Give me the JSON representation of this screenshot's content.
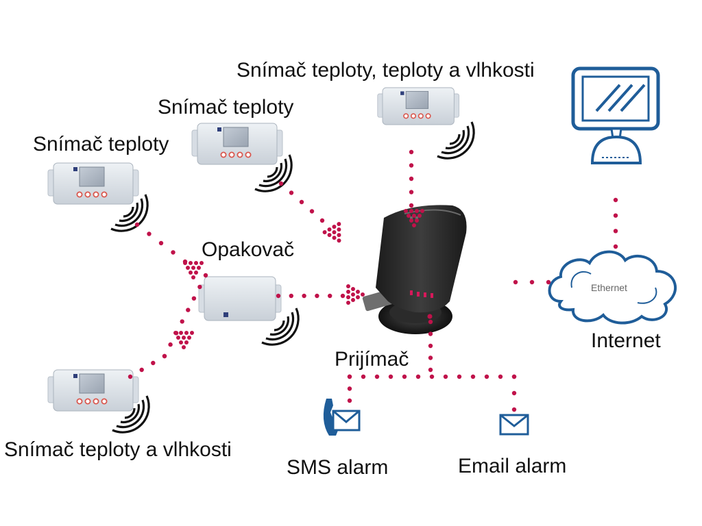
{
  "labels": {
    "sensor_temp_1": "Snímač teploty",
    "sensor_temp_2": "Snímač teploty",
    "sensor_temp_humid_top": "Snímač teploty, teploty a vlhkosti",
    "sensor_temp_humid_bottom": "Snímač teploty a vlhkosti",
    "repeater": "Opakovač",
    "receiver": "Prijímač",
    "internet": "Internet",
    "cloud_text": "Ethernet",
    "sms": "SMS alarm",
    "email": "Email alarm"
  },
  "colors": {
    "link_dot": "#c0124a",
    "icon_blue": "#1f5d99",
    "device_body": "#dfe4ea",
    "receiver_body": "#2a2a2a"
  },
  "icons": [
    "wireless-signal-icon",
    "monitor-icon",
    "cloud-icon",
    "phone-envelope-icon",
    "envelope-icon"
  ]
}
